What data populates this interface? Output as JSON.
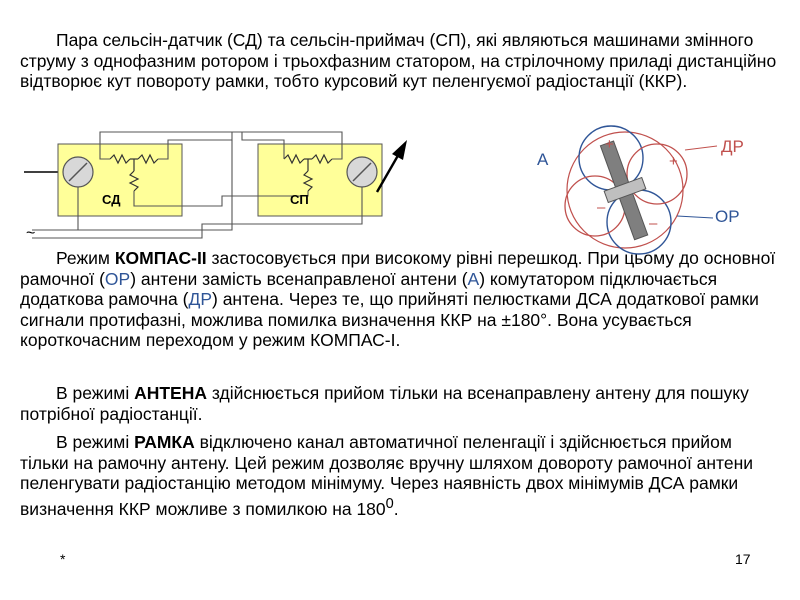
{
  "paragraphs": {
    "p1": {
      "text": "Пара сельсін-датчик (СД) та сельсін-приймач (СП), які являються машинами змінного струму з однофазним ротором і трьохфазним статором, на стрілочному приладі дистанційно відтворює кут повороту рамки, тобто курсовий кут пеленгуємої радіостанції (ККР)."
    },
    "p2": {
      "a": "Режим ",
      "b": "КОМПАС-ІІ",
      "c": " застосовується при високому рівні перешкод. При цьому до основної рамочної (",
      "d": "ОР",
      "e": ") антени замість всенаправленої антени (",
      "f": "А",
      "g": ") комутатором підключається додаткова рамочна (",
      "h": "ДР",
      "i": ") антена. Через те, що прийняті пелюстками ДСА додаткової рамки сигнали протифазні, можлива помилка визначення ККР на ±180°. Вона усувається короткочасним переходом у режим КОМПАС-І."
    },
    "p3": {
      "a": "В режимі ",
      "b": "АНТЕНА",
      "c": " здійснюється прийом тільки на всенаправлену антену для пошуку потрібної радіостанції."
    },
    "p4": {
      "a": "В режимі ",
      "b": "РАМКА",
      "c": " відключено канал автоматичної пеленгації і здійснюється прийом тільки на рамочну антену. Цей режим дозволяє вручну шляхом довороту рамочної антени пеленгувати радіостанцію методом мінімуму. Через наявність двох мінімумів ДСА рамки визначення ККР можливе з помилкою на 180",
      "sup": "0",
      "d": "."
    }
  },
  "diagram_left": {
    "sd_label": "СД",
    "sp_label": "СП",
    "ac_symbol": "~"
  },
  "diagram_right": {
    "label_a": "А",
    "label_dr": "ДР",
    "label_or": "ОР",
    "plus": "+",
    "minus": "–"
  },
  "colors": {
    "accent_blue": "#2f5597",
    "red": "#c0504d",
    "box_fill": "#ffff99",
    "frame_fill": "#7f7f7f"
  },
  "footer": {
    "star": "*",
    "page": "17"
  }
}
